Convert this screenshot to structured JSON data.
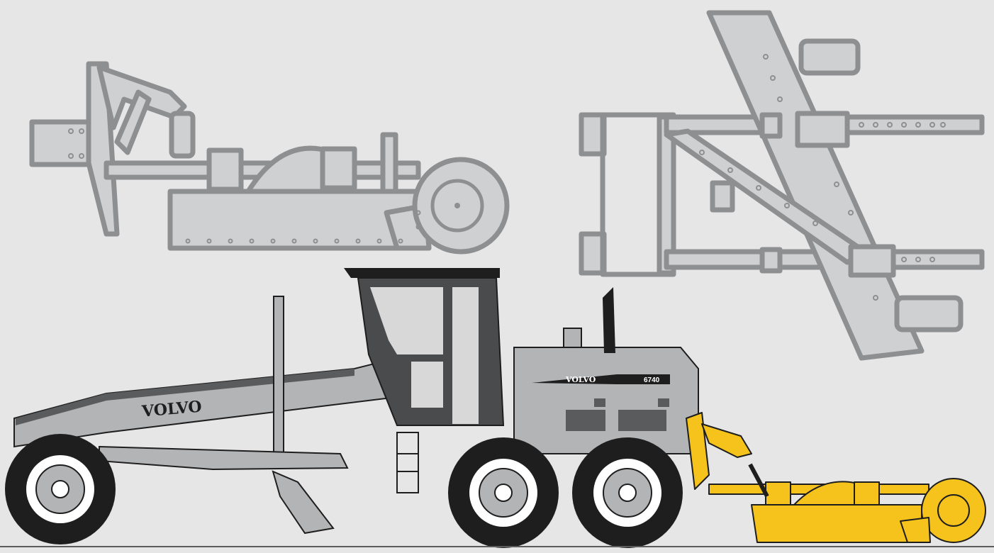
{
  "illustration": {
    "brand_hood": "VOLVO",
    "brand_cab": "VOLVO",
    "model_number": "6740"
  },
  "colors": {
    "background": "#e6e6e7",
    "machine_body": "#b3b4b6",
    "machine_dark": "#5a5b5d",
    "cab_dark": "#4a4b4d",
    "tire": "#1e1e1e",
    "ghost_fill": "#cfd0d1",
    "ghost_stroke": "#8e8f91",
    "attachment_yellow": "#f6c21c"
  },
  "icons": {
    "detail_side_view": "side-view-ditcher-blade-diagram",
    "detail_top_view": "top-view-frame-diagram",
    "main_vehicle": "motor-grader-illustration"
  }
}
